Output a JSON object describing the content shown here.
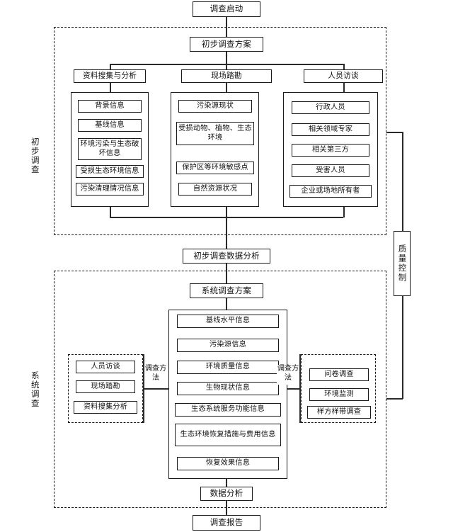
{
  "diagram": {
    "title_start": "调查启动",
    "title_end": "调查报告",
    "phase1_label": "初步调查",
    "phase2_label": "系统调查",
    "quality_control": "质量控制",
    "transition_node": "初步调查数据分析",
    "final_node": "数据分析"
  },
  "phase1": {
    "plan": "初步调查方案",
    "branches": [
      {
        "header": "资料搜集与分析",
        "items": [
          "背景信息",
          "基线信息",
          "环境污染与生态破坏信息",
          "受损生态环境信息",
          "污染清理情况信息"
        ]
      },
      {
        "header": "现场踏勘",
        "items": [
          "污染源现状",
          "受损动物、植物、生态环境",
          "保护区等环境敏感点",
          "自然资源状况"
        ]
      },
      {
        "header": "人员访谈",
        "items": [
          "行政人员",
          "相关领域专家",
          "相关第三方",
          "受害人员",
          "企业或场地所有者"
        ]
      }
    ]
  },
  "phase2": {
    "plan": "系统调查方案",
    "method_label_left": "调查方法",
    "method_label_right": "调查方法",
    "left_methods": [
      "人员访谈",
      "现场踏勘",
      "资料搜集分析"
    ],
    "center_items": [
      "基线水平信息",
      "污染源信息",
      "环境质量信息",
      "生物现状信息",
      "生态系统服务功能信息",
      "生态环境恢复措施与费用信息",
      "恢复效果信息"
    ],
    "right_methods": [
      "问卷调查",
      "环境监测",
      "样方样带调查"
    ]
  },
  "colors": {
    "stroke": "#1a1a1a",
    "background": "#ffffff",
    "text": "#111111"
  }
}
